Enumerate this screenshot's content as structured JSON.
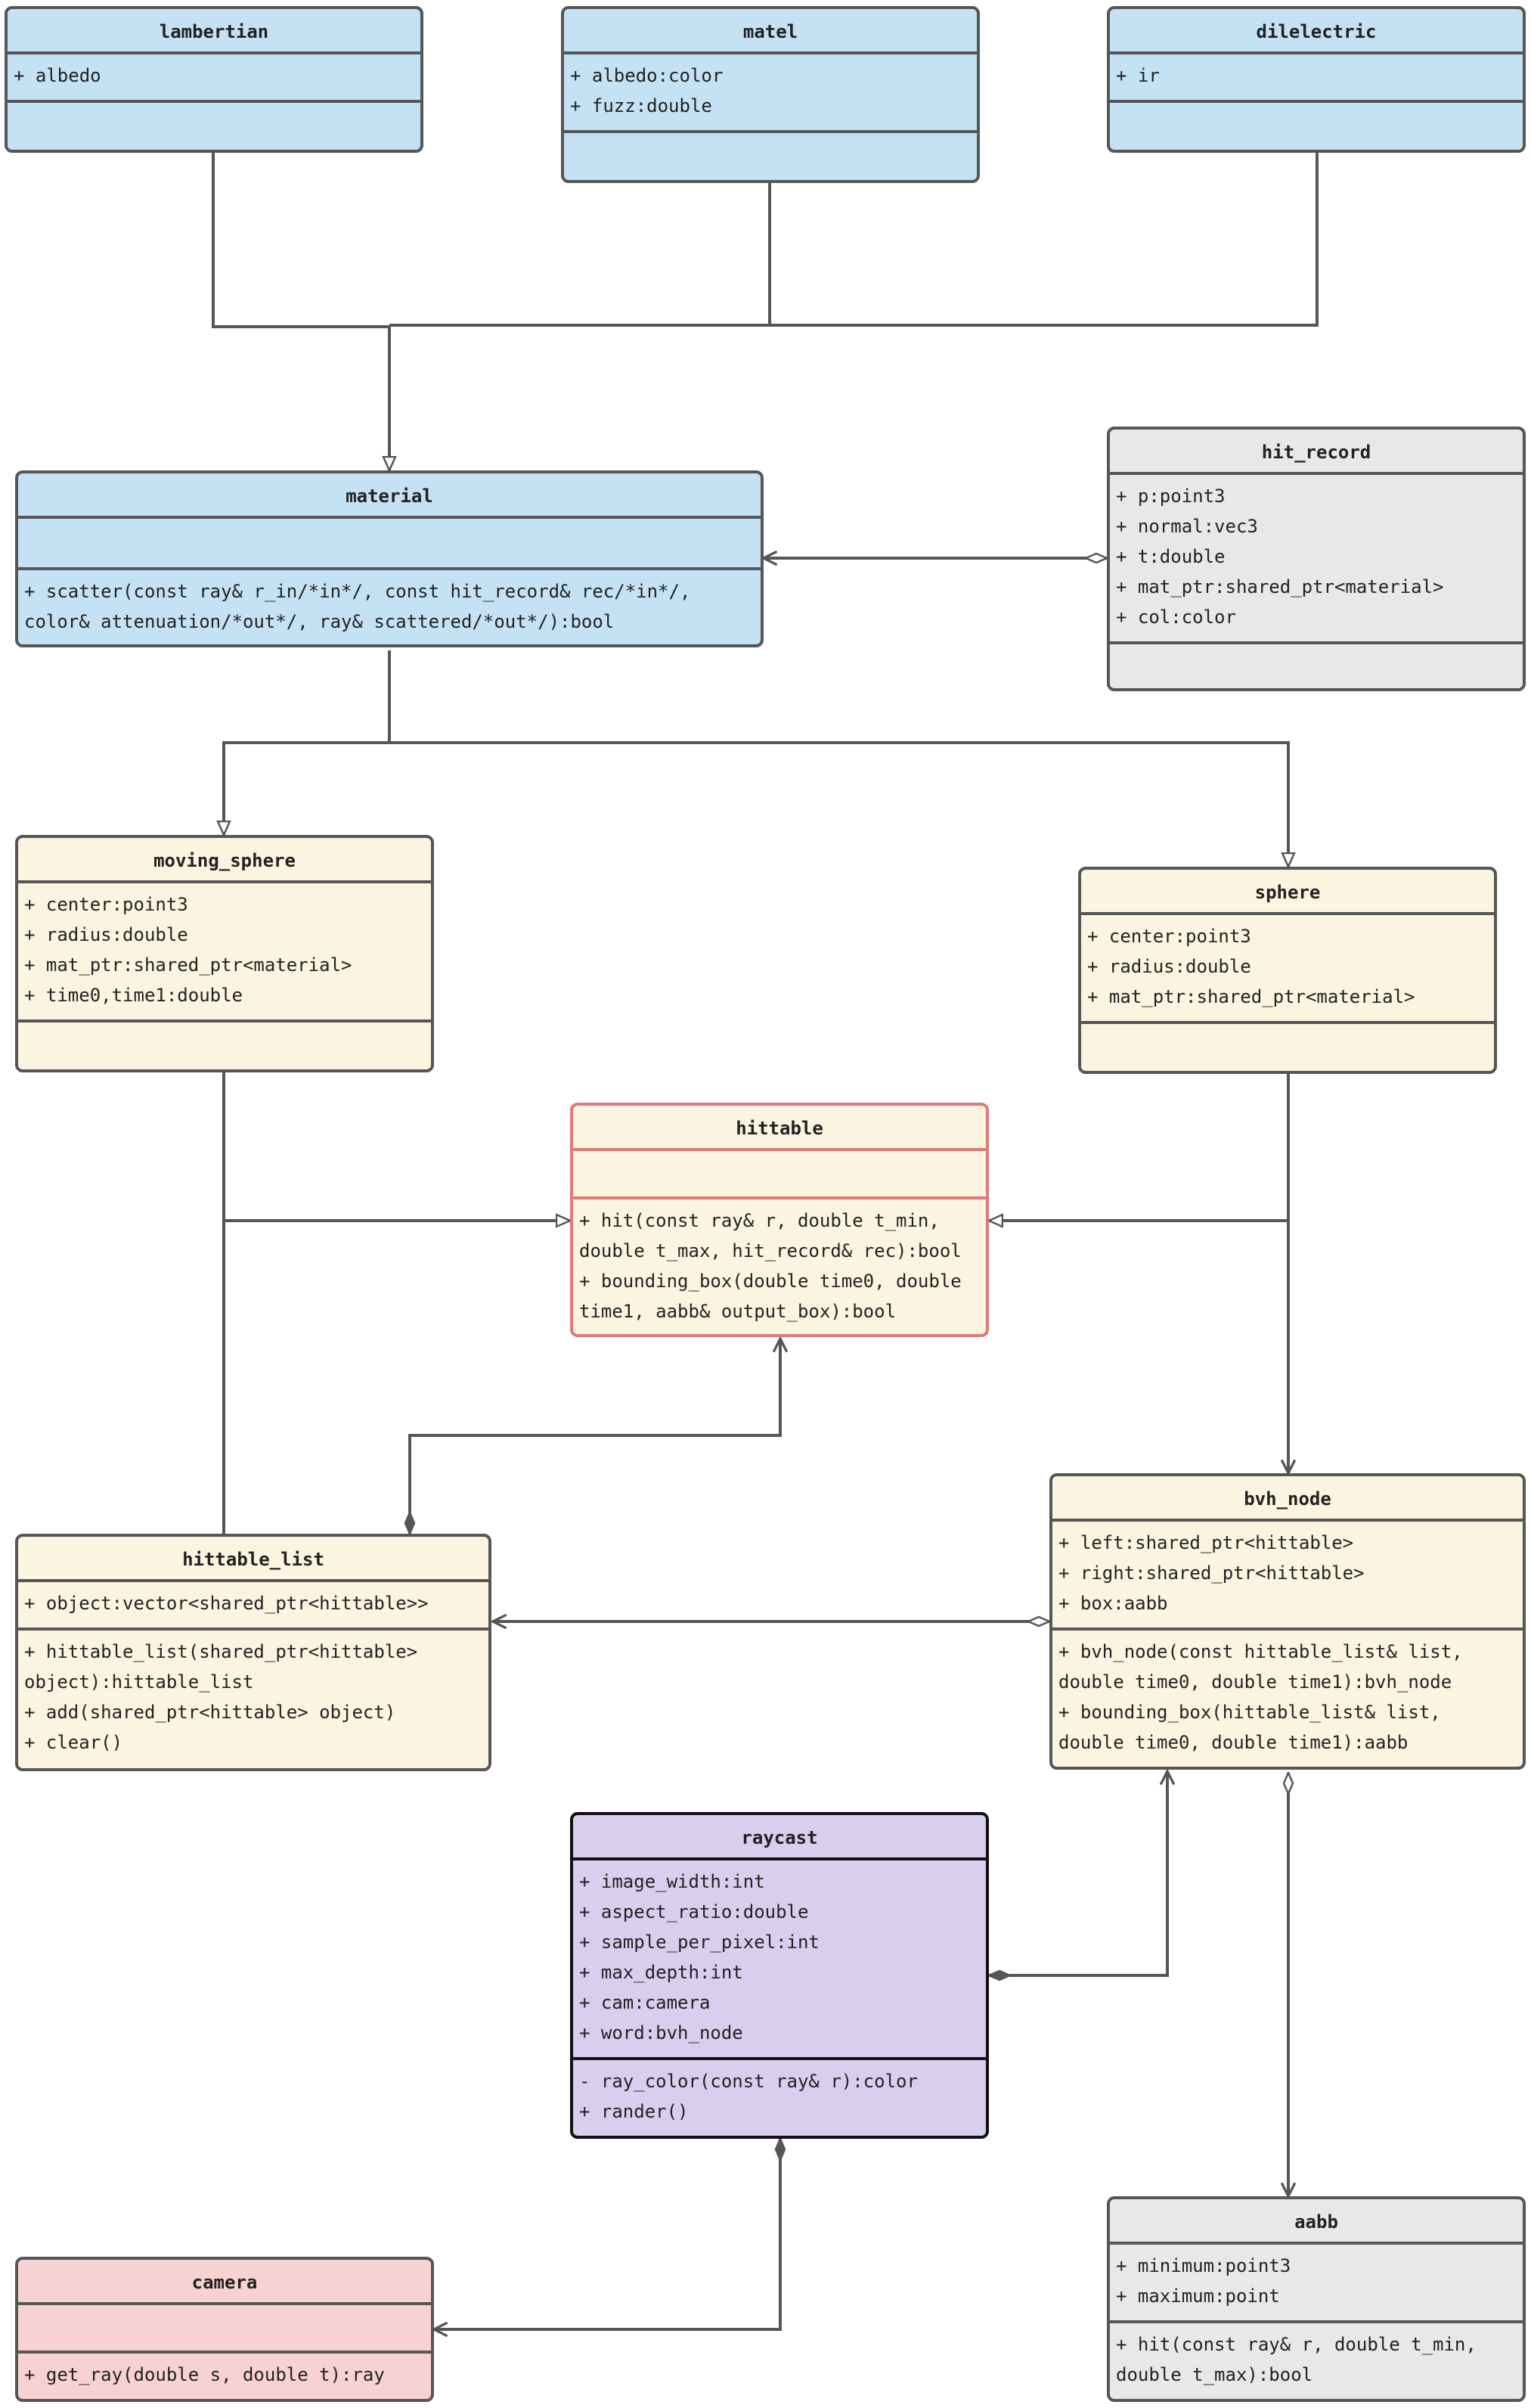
{
  "classes": {
    "lambertian": {
      "name": "lambertian",
      "attributes": [
        "+ albedo"
      ],
      "methods": []
    },
    "matel": {
      "name": "matel",
      "attributes": [
        "+ albedo:color",
        "+ fuzz:double"
      ],
      "methods": []
    },
    "dilelectric": {
      "name": "dilelectric",
      "attributes": [
        "+ ir"
      ],
      "methods": []
    },
    "material": {
      "name": "material",
      "attributes": [],
      "methods": [
        "+ scatter(const ray& r_in/*in*/, const hit_record& rec/*in*/,",
        "color& attenuation/*out*/, ray& scattered/*out*/):bool"
      ]
    },
    "hit_record": {
      "name": "hit_record",
      "attributes": [
        "+ p:point3",
        "+ normal:vec3",
        "+ t:double",
        "+ mat_ptr:shared_ptr<material>",
        "+ col:color"
      ],
      "methods": []
    },
    "moving_sphere": {
      "name": "moving_sphere",
      "attributes": [
        "+ center:point3",
        "+ radius:double",
        "+ mat_ptr:shared_ptr<material>",
        "+ time0,time1:double"
      ],
      "methods": []
    },
    "sphere": {
      "name": "sphere",
      "attributes": [
        "+ center:point3",
        "+ radius:double",
        "+ mat_ptr:shared_ptr<material>"
      ],
      "methods": []
    },
    "hittable": {
      "name": "hittable",
      "attributes": [],
      "methods": [
        "+ hit(const ray& r, double t_min,",
        "double t_max, hit_record& rec):bool",
        "+ bounding_box(double time0, double",
        "time1, aabb& output_box):bool"
      ]
    },
    "hittable_list": {
      "name": "hittable_list",
      "attributes": [
        "+ object:vector<shared_ptr<hittable>>"
      ],
      "methods": [
        "+ hittable_list(shared_ptr<hittable>",
        "object):hittable_list",
        "+ add(shared_ptr<hittable> object)",
        "+ clear()"
      ]
    },
    "bvh_node": {
      "name": "bvh_node",
      "attributes": [
        "+ left:shared_ptr<hittable>",
        "+ right:shared_ptr<hittable>",
        "+ box:aabb"
      ],
      "methods": [
        "+ bvh_node(const hittable_list& list,",
        "double time0, double time1):bvh_node",
        "+ bounding_box(hittable_list& list,",
        "double time0, double time1):aabb"
      ]
    },
    "raycast": {
      "name": "raycast",
      "attributes": [
        "+ image_width:int",
        "+ aspect_ratio:double",
        "+ sample_per_pixel:int",
        "+ max_depth:int",
        "+ cam:camera",
        "+ word:bvh_node"
      ],
      "methods": [
        "- ray_color(const ray& r):color",
        "+ rander()"
      ]
    },
    "aabb": {
      "name": "aabb",
      "attributes": [
        "+ minimum:point3",
        "+ maximum:point"
      ],
      "methods": [
        "+ hit(const ray& r, double t_min,",
        "double t_max):bool"
      ]
    },
    "camera": {
      "name": "camera",
      "attributes": [],
      "methods": [
        "+ get_ray(double s, double t):ray"
      ]
    }
  },
  "relations": [
    {
      "from": "lambertian",
      "to": "material",
      "type": "inheritance"
    },
    {
      "from": "matel",
      "to": "material",
      "type": "inheritance"
    },
    {
      "from": "dilelectric",
      "to": "material",
      "type": "inheritance"
    },
    {
      "from": "hit_record",
      "to": "material",
      "type": "aggregation"
    },
    {
      "from": "material",
      "to": "moving_sphere",
      "type": "inheritance"
    },
    {
      "from": "material",
      "to": "sphere",
      "type": "inheritance"
    },
    {
      "from": "moving_sphere",
      "to": "hittable",
      "type": "inheritance"
    },
    {
      "from": "sphere",
      "to": "hittable",
      "type": "inheritance"
    },
    {
      "from": "sphere",
      "to": "bvh_node",
      "type": "association"
    },
    {
      "from": "hittable_list",
      "to": "hittable",
      "type": "composition"
    },
    {
      "from": "bvh_node",
      "to": "hittable_list",
      "type": "aggregation"
    },
    {
      "from": "raycast",
      "to": "bvh_node",
      "type": "composition"
    },
    {
      "from": "bvh_node",
      "to": "aabb",
      "type": "aggregation"
    },
    {
      "from": "raycast",
      "to": "camera",
      "type": "composition"
    }
  ],
  "colors": {
    "line": "#565656",
    "blue_fill": "#c5e2f4",
    "yellow_fill": "#fbf4e0",
    "gray_fill": "#e8e8e8",
    "purple_fill": "#d9ceee",
    "pink_fill": "#f8d2d2",
    "hittable_border": "#e07a7a"
  }
}
